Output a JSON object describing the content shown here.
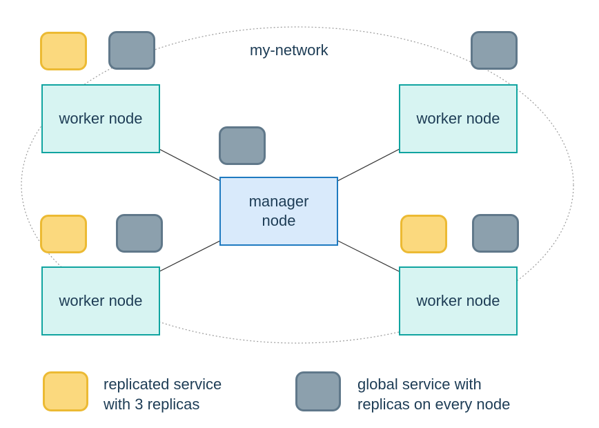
{
  "network_label": "my-network",
  "manager_node": {
    "label": "manager node"
  },
  "worker_nodes": [
    {
      "position": "top-left",
      "label": "worker node"
    },
    {
      "position": "top-right",
      "label": "worker node"
    },
    {
      "position": "bottom-left",
      "label": "worker node"
    },
    {
      "position": "bottom-right",
      "label": "worker node"
    }
  ],
  "service_icons": {
    "replicated": {
      "name": "replicated-service-icon",
      "fill": "#fbd97e",
      "border": "#ecba33"
    },
    "global": {
      "name": "global-service-icon",
      "fill": "#8ca0ad",
      "border": "#60788a"
    }
  },
  "legend": {
    "replicated_label": "replicated service with 3 replicas",
    "global_label": "global service with replicas on every node"
  },
  "colors": {
    "worker_fill": "#d7f4f2",
    "worker_border": "#10a4a0",
    "manager_fill": "#d9eafb",
    "manager_border": "#1e7ac0",
    "text": "#1d3c55",
    "network_outline": "#9a9a9a",
    "connection_line": "#333333"
  }
}
